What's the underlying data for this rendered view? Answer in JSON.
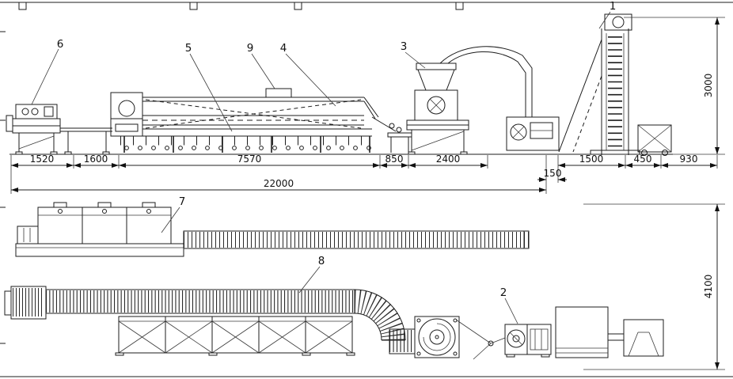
{
  "labels": {
    "n1": "1",
    "n2": "2",
    "n3": "3",
    "n4": "4",
    "n5": "5",
    "n6": "6",
    "n7": "7",
    "n8": "8",
    "n9": "9"
  },
  "dimensions": {
    "seg_1520": "1520",
    "seg_1600": "1600",
    "seg_7570": "7570",
    "seg_850": "850",
    "seg_2400": "2400",
    "seg_1500": "1500",
    "seg_450": "450",
    "seg_930": "930",
    "seg_150": "150",
    "total": "22000",
    "height_top": "3000",
    "height_bottom": "4100"
  },
  "colors": {
    "line": "#1c1c1c",
    "background": "#ffffff"
  }
}
